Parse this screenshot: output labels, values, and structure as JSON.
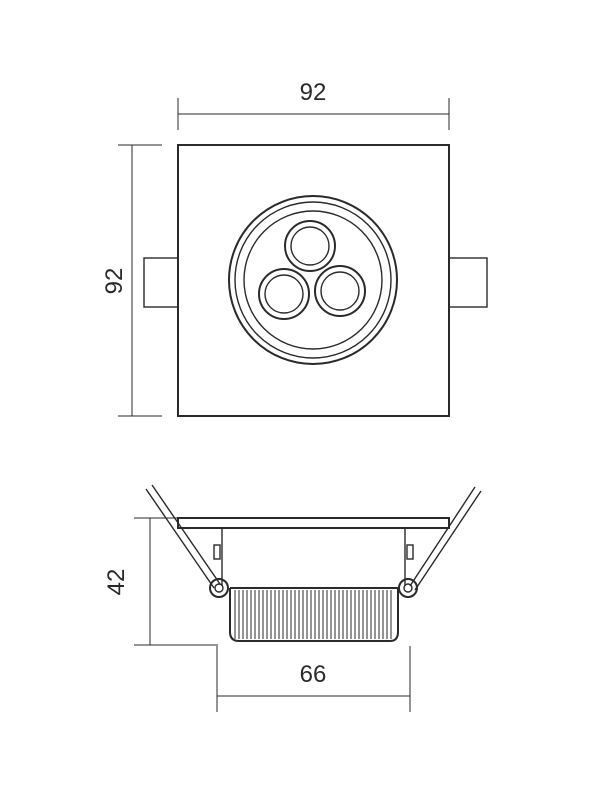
{
  "dimensions": {
    "top_width": "92",
    "top_height": "92",
    "side_height": "42",
    "side_width": "66"
  },
  "colors": {
    "line": "#2a2a2a",
    "background": "#ffffff"
  }
}
